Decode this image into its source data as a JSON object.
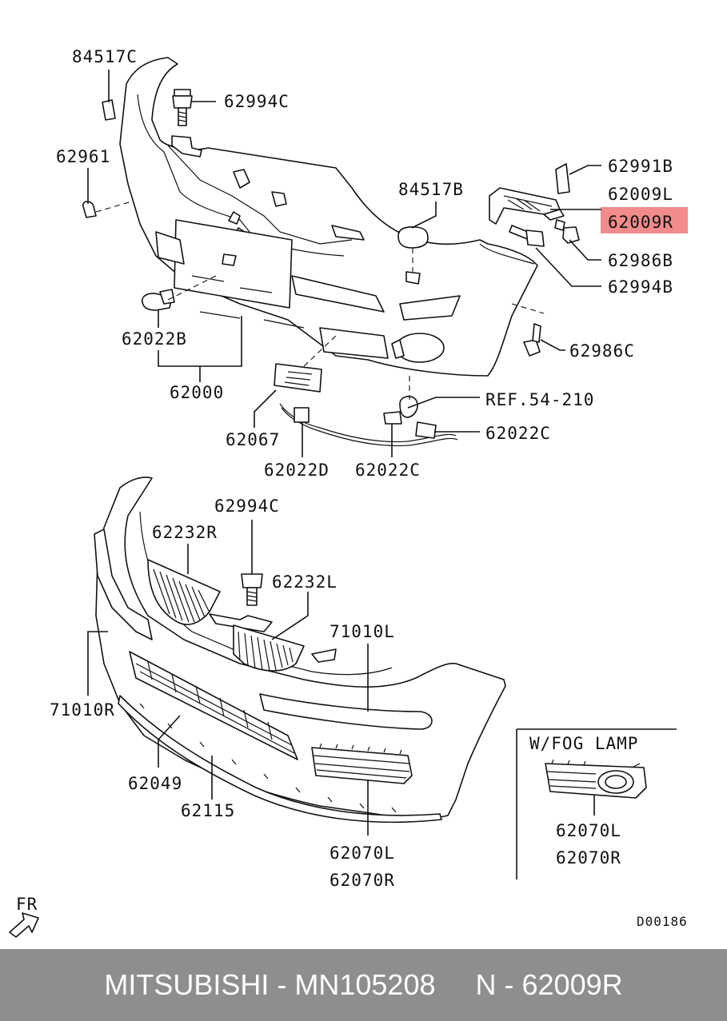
{
  "labels": {
    "p84517C": "84517C",
    "p62994C_top": "62994C",
    "p62961": "62961",
    "p84517B": "84517B",
    "p62991B": "62991B",
    "p62009L": "62009L",
    "p62009R": "62009R",
    "p62986B": "62986B",
    "p62994B": "62994B",
    "p62986C": "62986C",
    "p62022B": "62022B",
    "p62000": "62000",
    "ref": "REF.54-210",
    "p62022C_right": "62022C",
    "p62067": "62067",
    "p62022D": "62022D",
    "p62022C_mid": "62022C",
    "p62994C_mid": "62994C",
    "p62232R": "62232R",
    "p62232L": "62232L",
    "p71010L": "71010L",
    "p71010R": "71010R",
    "p62049": "62049",
    "p62115": "62115",
    "p62070L": "62070L",
    "p62070R": "62070R",
    "fog_title": "W/FOG  LAMP",
    "fog_62070L": "62070L",
    "fog_62070R": "62070R",
    "fr": "FR",
    "code": "D00186"
  },
  "highlight_color": "#f28b8b",
  "footer": {
    "text": "MITSUBISHI - MN105208     N - 62009R",
    "background": "#8e8e8e"
  }
}
